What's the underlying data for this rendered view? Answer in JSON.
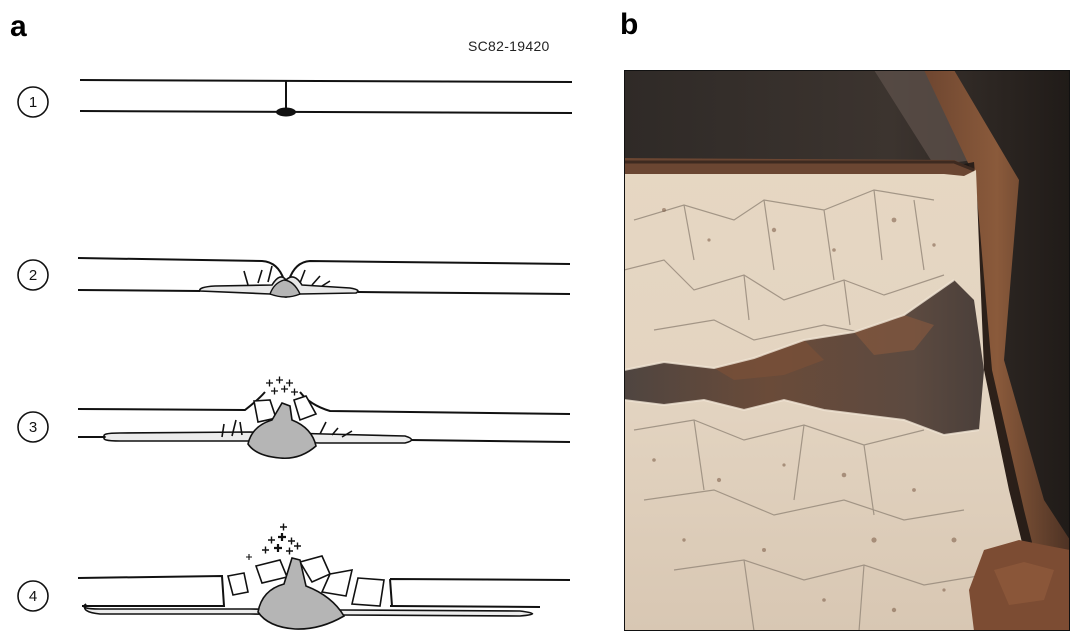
{
  "panels": {
    "a": {
      "label": "a",
      "reference_code": "SC82-19420",
      "steps": [
        "1",
        "2",
        "3",
        "4"
      ]
    },
    "b": {
      "label": "b"
    }
  },
  "colors": {
    "line": "#111111",
    "corrosion_product": "#b5b5b5",
    "paint_coating": "#e3d6c4",
    "rust": "#7a4a2c",
    "bare_metal": "#5a4e47"
  }
}
